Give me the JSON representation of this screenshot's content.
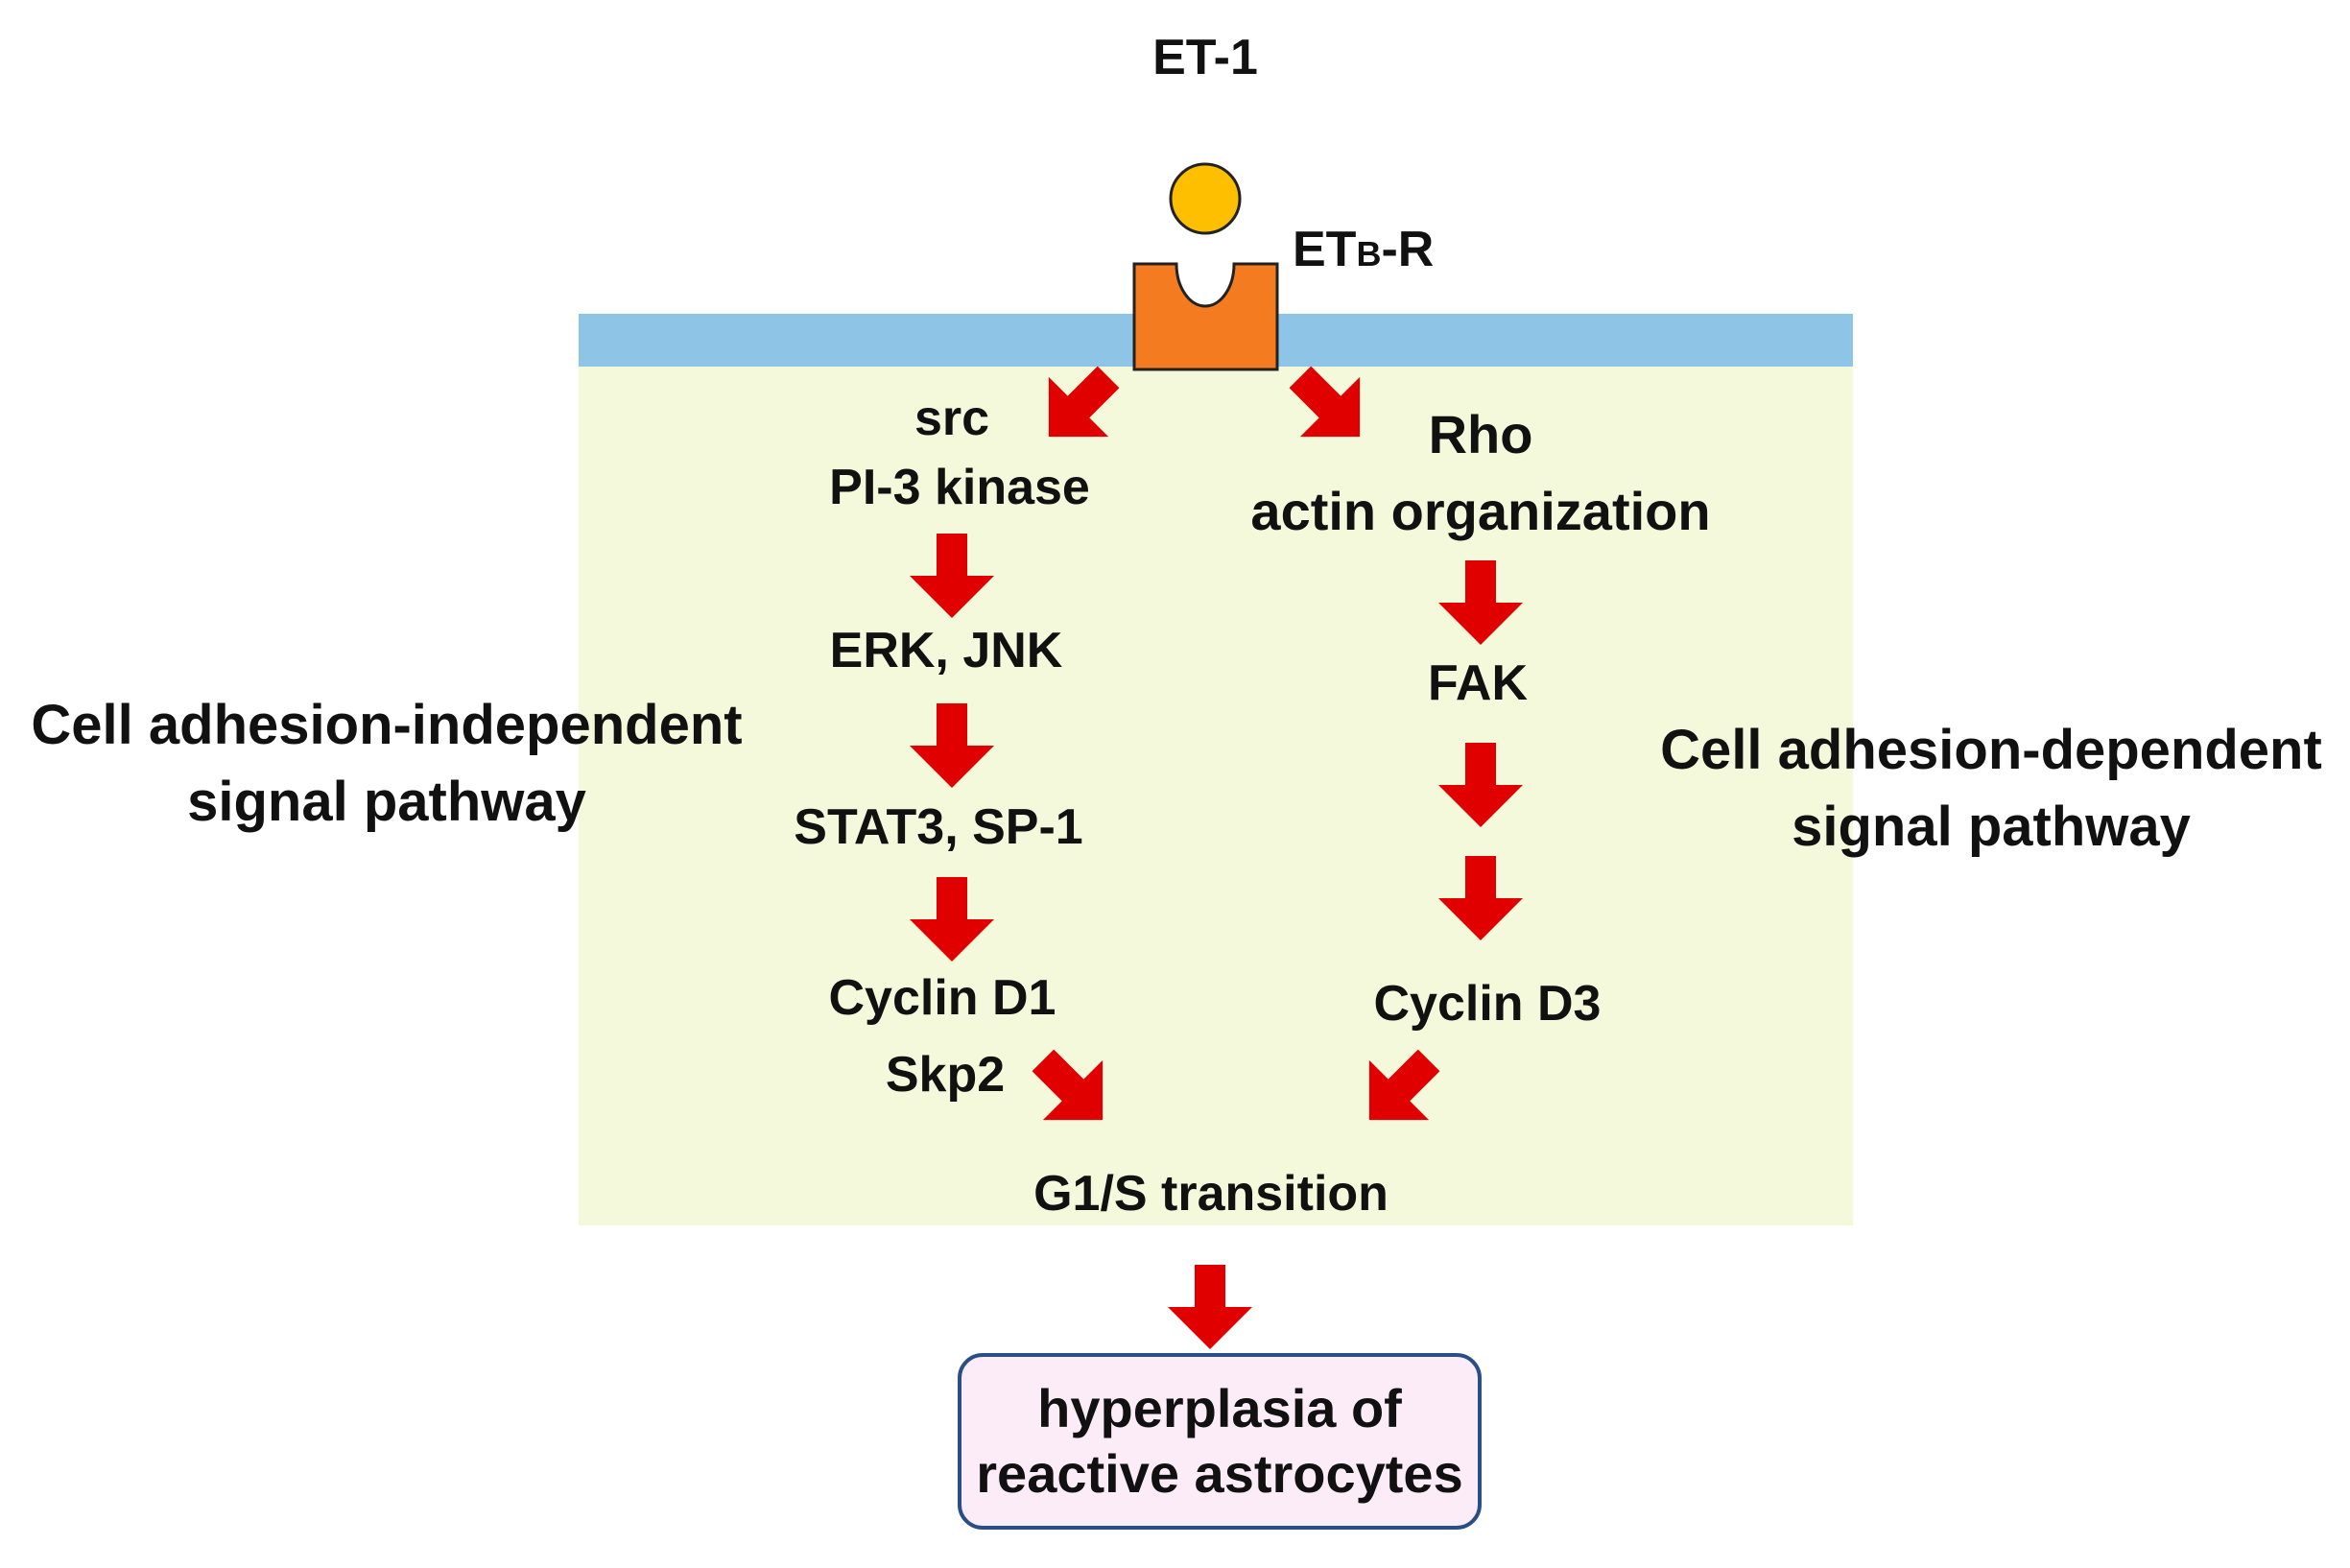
{
  "ligand": {
    "label": "ET-1",
    "color": "#fdbf00"
  },
  "receptor": {
    "label_main": "ET",
    "label_sub": "B",
    "label_suffix": "-R",
    "color": "#f47b20"
  },
  "colors": {
    "membrane": "#8ec4e6",
    "cytoplasm": "#f5f9dc",
    "arrow": "#e00000",
    "outcome_fill": "#fcecf8",
    "outcome_border": "#2a4f86"
  },
  "left_pathway": {
    "name_line1": "Cell adhesion-independent",
    "name_line2": "signal pathway",
    "steps": [
      {
        "lines": [
          "src",
          "PI-3 kinase"
        ]
      },
      {
        "lines": [
          "ERK, JNK"
        ]
      },
      {
        "lines": [
          "STAT3, SP-1"
        ]
      },
      {
        "lines": [
          "Cyclin D1",
          "Skp2"
        ]
      }
    ]
  },
  "right_pathway": {
    "name_line1": "Cell adhesion-dependent",
    "name_line2": "signal pathway",
    "steps": [
      {
        "lines": [
          "Rho",
          "actin organization"
        ]
      },
      {
        "lines": [
          "FAK"
        ]
      },
      {
        "lines": [
          "Cyclin D3"
        ]
      }
    ]
  },
  "convergence": {
    "label": "G1/S transition"
  },
  "outcome": {
    "line1": "hyperplasia of",
    "line2": "reactive astrocytes"
  }
}
